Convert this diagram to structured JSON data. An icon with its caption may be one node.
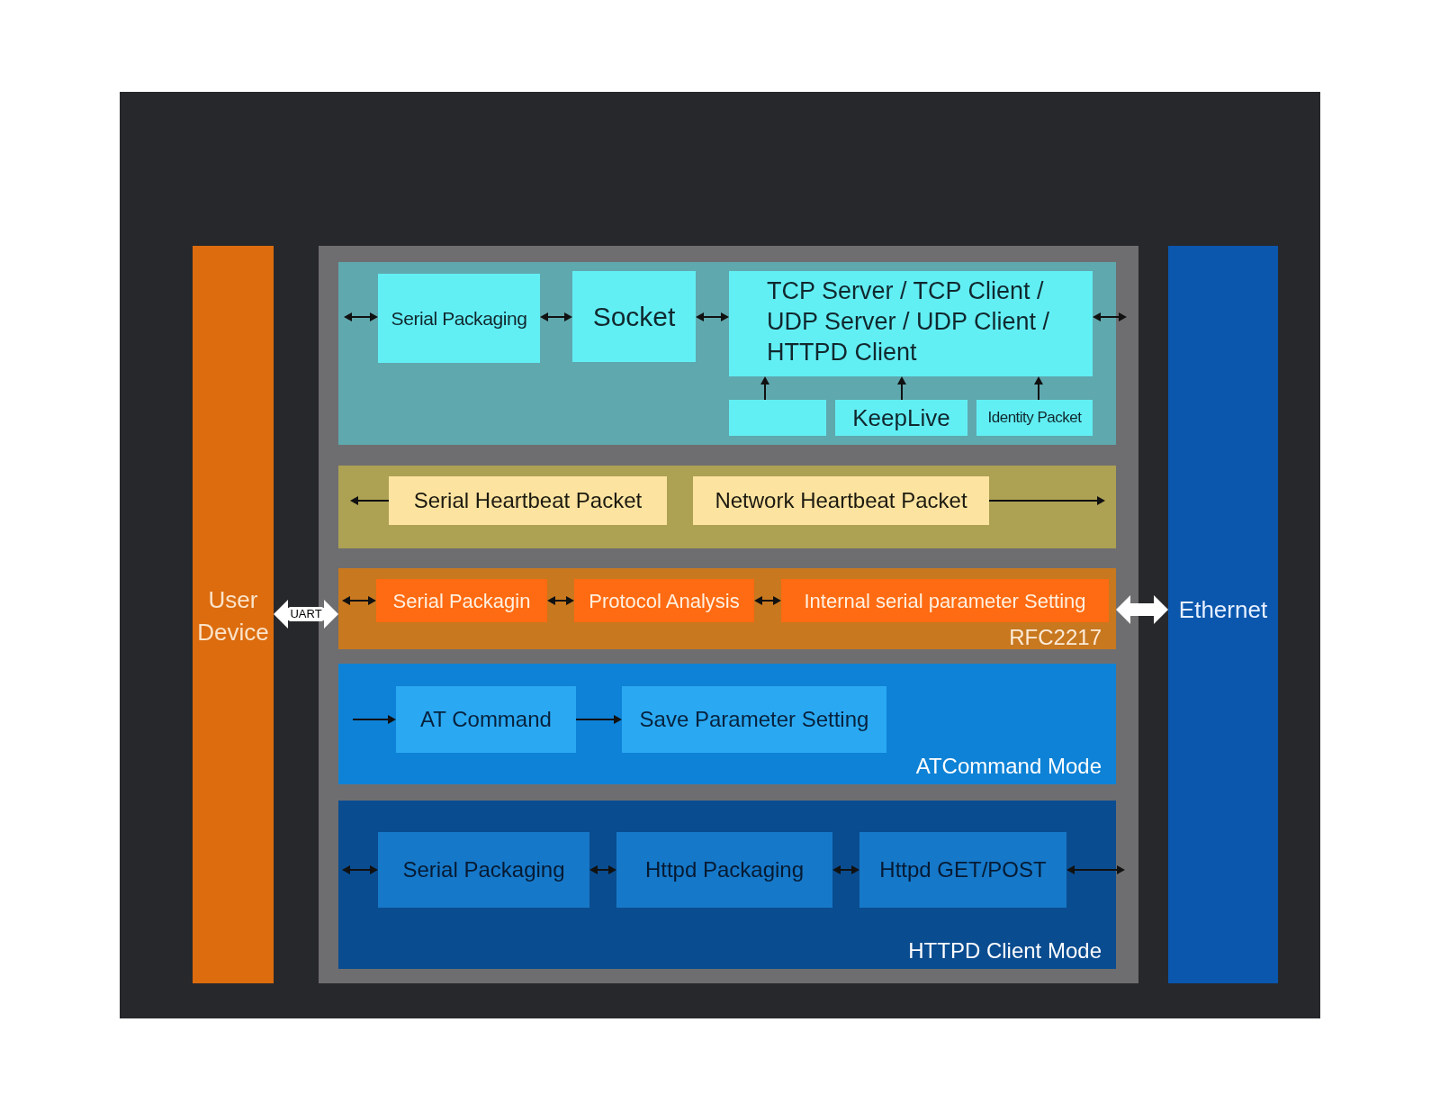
{
  "diagram": {
    "nodes": [
      {
        "text": [
          "User Device"
        ]
      },
      {
        "text": [],
        "shape": "box"
      },
      {
        "text": [],
        "shape": "box",
        "in": 1
      },
      {
        "text": [
          "Serial Packaging"
        ],
        "in": 2
      },
      {
        "text": [
          "Socket"
        ],
        "in": 2
      },
      {
        "text": [
          "TCP Server / TCP Client / UDP Server / UDP Client / HTTPD Client"
        ],
        "in": 2
      },
      {
        "text": [],
        "shape": "box",
        "in": 2
      },
      {
        "text": [
          "KeepLive"
        ],
        "in": 2
      },
      {
        "text": [
          "Identity Packet"
        ],
        "in": 2
      },
      {
        "text": [],
        "shape": "box",
        "in": 1
      },
      {
        "text": [
          "Serial Heartbeat Packet"
        ],
        "in": 9
      },
      {
        "text": [
          "Network Heartbeat Packet"
        ],
        "in": 9
      },
      {
        "text": [
          "RFC2217"
        ],
        "in": 1
      },
      {
        "text": [
          "Serial Packagin"
        ],
        "in": 12
      },
      {
        "text": [
          "Protocol Analysis"
        ],
        "in": 12
      },
      {
        "text": [
          "Internal serial parameter Setting"
        ],
        "in": 12
      },
      {
        "text": [
          "ATCommand Mode"
        ],
        "in": 1
      },
      {
        "text": [
          "AT Command"
        ],
        "in": 16
      },
      {
        "text": [
          "Save Parameter Setting"
        ],
        "in": 16
      },
      {
        "text": [
          "HTTPD Client Mode"
        ],
        "in": 1
      },
      {
        "text": [
          "Serial Packaging"
        ],
        "in": 19
      },
      {
        "text": [
          "Httpd Packaging"
        ],
        "in": 19
      },
      {
        "text": [
          "Httpd GET/POST"
        ],
        "in": 19
      },
      {
        "text": [
          "Ethernet"
        ]
      }
    ],
    "edges": [
      {
        "from": null,
        "to": 3,
        "arrow": "both"
      },
      {
        "from": 3,
        "to": 4,
        "arrow": "both"
      },
      {
        "from": 4,
        "to": 5,
        "arrow": "both"
      },
      {
        "from": 5,
        "to": null,
        "arrow": "both"
      },
      {
        "from": 6,
        "to": 5,
        "arrow": "to"
      },
      {
        "from": 7,
        "to": 5,
        "arrow": "to"
      },
      {
        "from": 8,
        "to": 5,
        "arrow": "to"
      },
      {
        "from": 10,
        "to": null,
        "arrow": "to"
      },
      {
        "from": 11,
        "to": null,
        "arrow": "to"
      },
      {
        "from": null,
        "to": 13,
        "arrow": "both"
      },
      {
        "from": 13,
        "to": 14,
        "arrow": "both"
      },
      {
        "from": 14,
        "to": 15,
        "arrow": "both"
      },
      {
        "from": null,
        "to": 17,
        "arrow": "to"
      },
      {
        "from": 17,
        "to": 18,
        "arrow": "to"
      },
      {
        "from": null,
        "to": 20,
        "arrow": "both"
      },
      {
        "from": 20,
        "to": 21,
        "arrow": "both"
      },
      {
        "from": 21,
        "to": 22,
        "arrow": "both"
      },
      {
        "from": 22,
        "to": null,
        "arrow": "both"
      },
      {
        "from": 0,
        "to": 12,
        "arrow": "both",
        "label": "UART",
        "style": "thick",
        "color": "#ffffff"
      },
      {
        "from": 12,
        "to": 23,
        "arrow": "both",
        "style": "thick",
        "color": "#ffffff"
      }
    ]
  }
}
